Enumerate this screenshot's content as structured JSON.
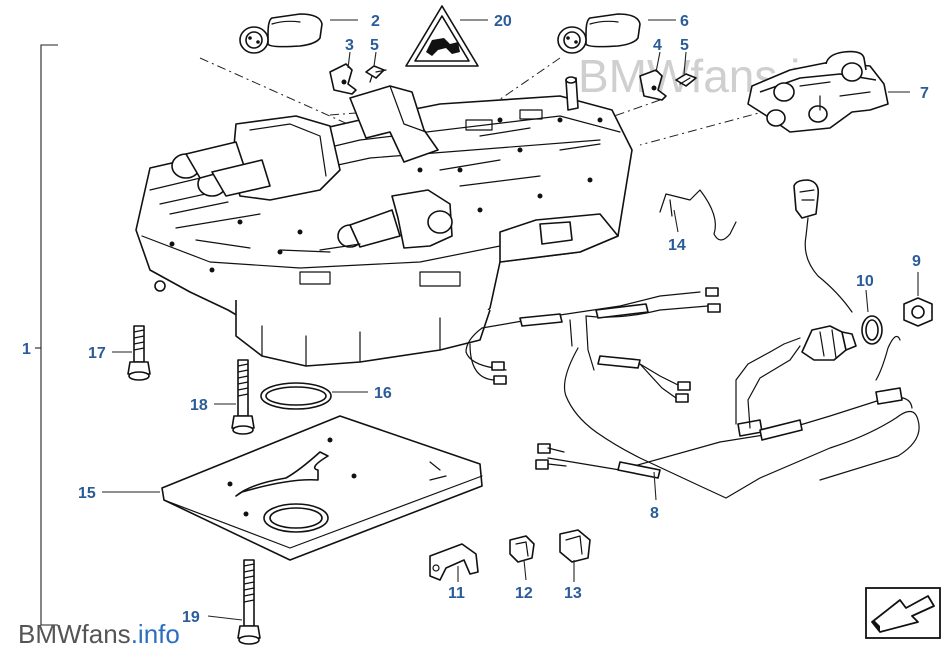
{
  "labels": {
    "l1": "1",
    "l2": "2",
    "l3": "3",
    "l4": "4",
    "l5a": "5",
    "l5b": "5",
    "l6": "6",
    "l7": "7",
    "l8": "8",
    "l9": "9",
    "l10": "10",
    "l11": "11",
    "l12": "12",
    "l13": "13",
    "l14": "14",
    "l15": "15",
    "l16": "16",
    "l17": "17",
    "l18": "18",
    "l19": "19",
    "l20": "20"
  },
  "watermark": {
    "top": "BMWfans.info",
    "brand": "BMWfans",
    "suffix": ".info"
  },
  "colors": {
    "label": "#2b5c9a",
    "line": "#111111",
    "watermark": "#cfcfcf"
  },
  "icons": {
    "warning": "warning-triangle-icon",
    "nav": "arrow-nav-icon"
  }
}
